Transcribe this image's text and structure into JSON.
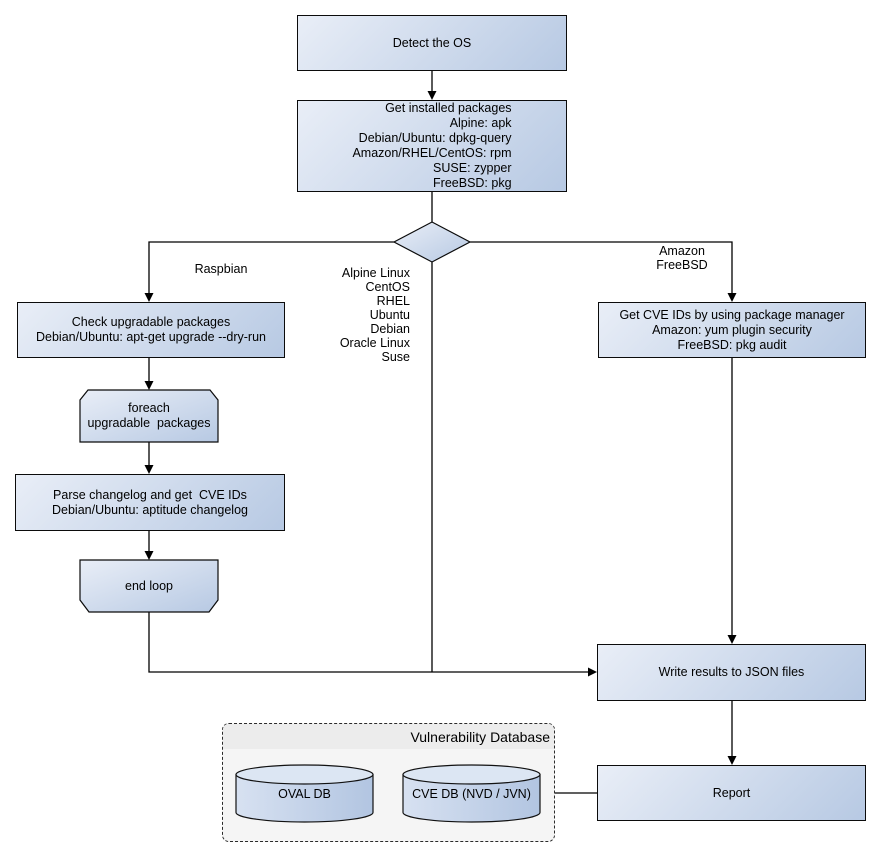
{
  "colors": {
    "background": "#ffffff",
    "node_gradient_start": "#e9eef7",
    "node_gradient_end": "#b7c9e3",
    "node_border": "#0b0b0b",
    "connector": "#000000",
    "cylinder_gradient_start": "#d7e1f1",
    "cylinder_gradient_end": "#b2c5e1",
    "cylinder_top_fill": "#dce6f3",
    "container_fill": "#f5f5f5",
    "container_titlebar_fill": "#ececec",
    "container_border": "#2b2b2b",
    "text": "#000000"
  },
  "nodes": {
    "detect_os": {
      "label": "Detect the OS"
    },
    "get_installed_packages": {
      "label": "Get installed packages\nAlpine: apk\nDebian/Ubuntu: dpkg-query\nAmazon/RHEL/CentOS: rpm\nSUSE: zypper\nFreeBSD: pkg"
    },
    "check_upgradable_packages": {
      "label": "Check upgradable packages\nDebian/Ubuntu: apt-get upgrade --dry-run"
    },
    "foreach_loop_start": {
      "label": "foreach\nupgradable  packages"
    },
    "parse_changelog": {
      "label": "Parse changelog and get  CVE IDs\nDebian/Ubuntu: aptitude changelog"
    },
    "end_loop": {
      "label": "end loop"
    },
    "get_cve_ids_by_package_manager": {
      "label": "Get CVE IDs by using package manager\nAmazon: yum plugin security\nFreeBSD: pkg audit"
    },
    "write_results_to_json": {
      "label": "Write results to JSON files"
    },
    "report": {
      "label": "Report"
    }
  },
  "edge_labels": {
    "raspbian": "Raspbian",
    "distro_list": "Alpine Linux\nCentOS\nRHEL\nUbuntu\nDebian\nOracle Linux\nSuse",
    "amazon_freebsd": "Amazon\nFreeBSD"
  },
  "database": {
    "title": "Vulnerability Database",
    "cylinders": [
      {
        "label": "OVAL DB"
      },
      {
        "label": "CVE DB (NVD / JVN)"
      }
    ]
  }
}
